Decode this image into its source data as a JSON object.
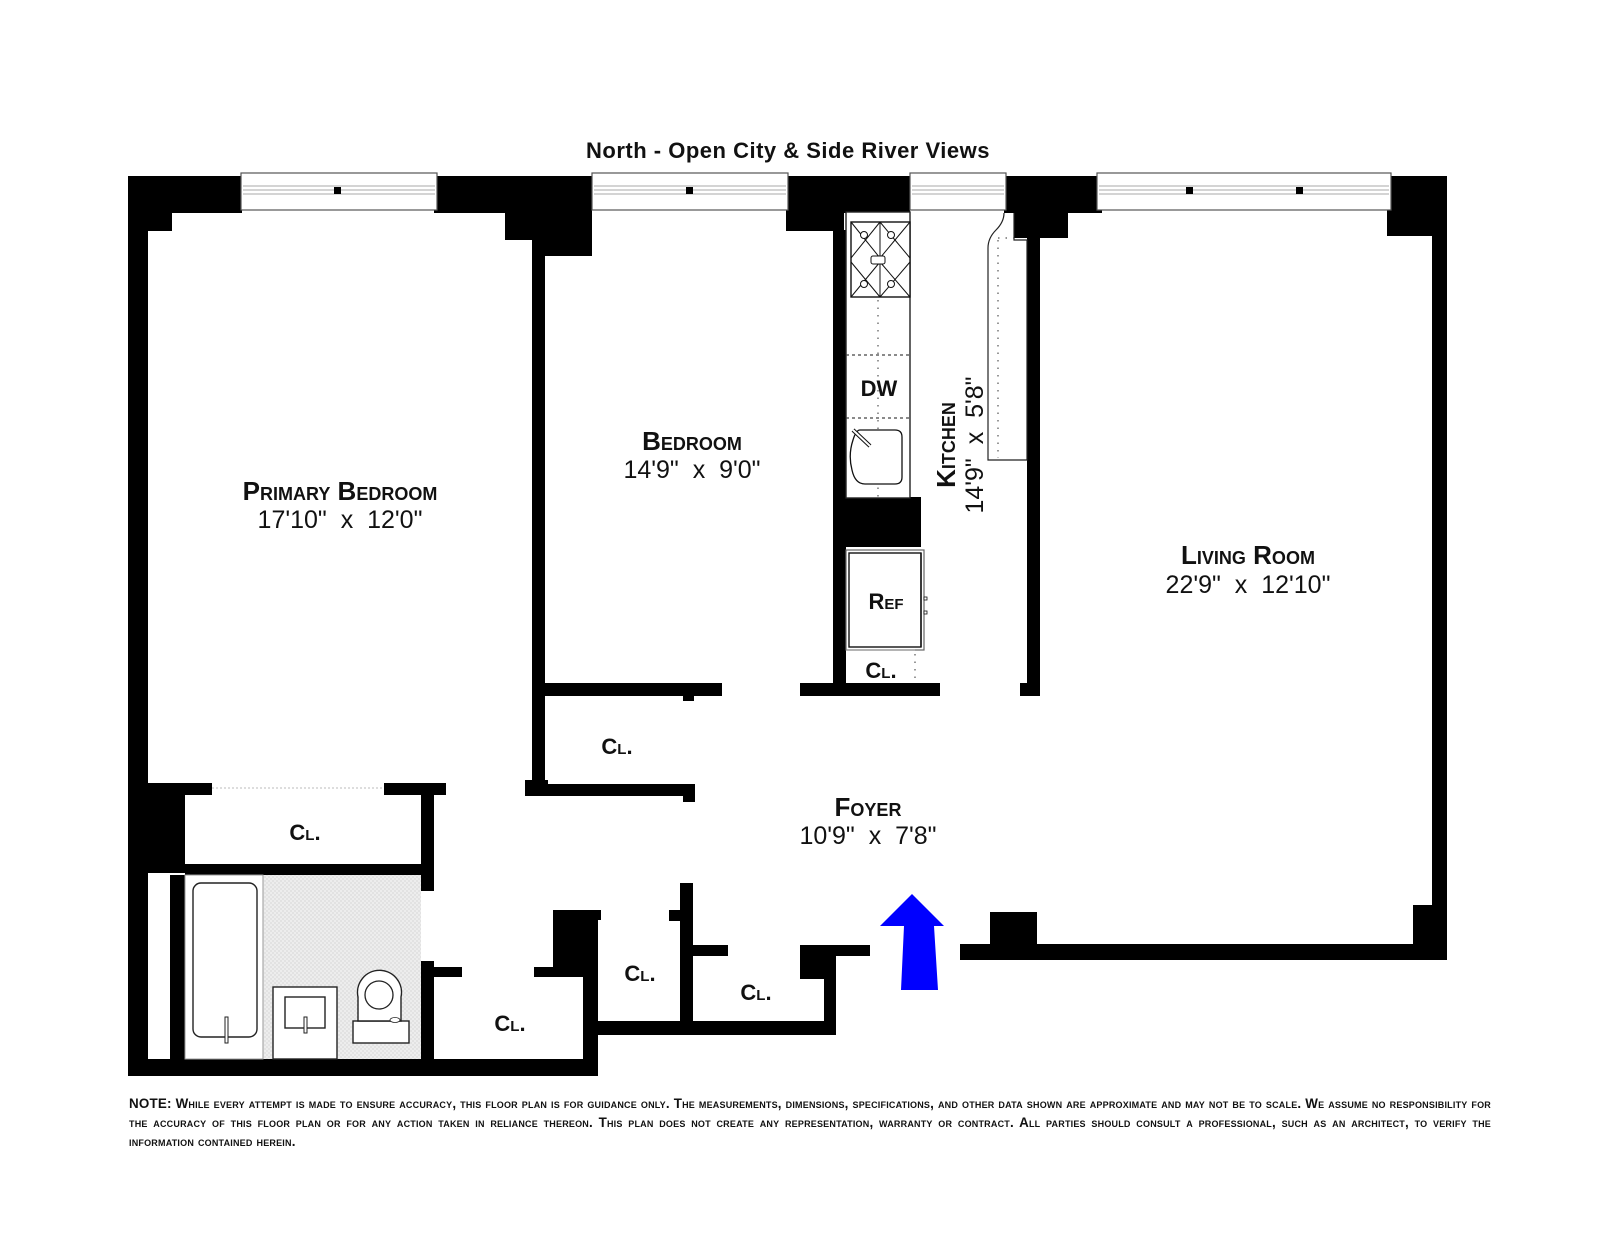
{
  "header": {
    "orientation_label": "North - Open City & Side River Views"
  },
  "rooms": {
    "primary_bedroom": {
      "name": "Primary Bedroom",
      "dimensions": "17'10\"  x  12'0\""
    },
    "bedroom": {
      "name": "Bedroom",
      "dimensions": "14'9\"  x  9'0\""
    },
    "kitchen": {
      "name": "Kitchen",
      "dimensions": "14'9\"  x  5'8\""
    },
    "living_room": {
      "name": "Living Room",
      "dimensions": "22'9\"  x  12'10\""
    },
    "foyer": {
      "name": "Foyer",
      "dimensions": "10'9\"  x  7'8\""
    }
  },
  "fixtures": {
    "dishwasher": "DW",
    "refrigerator": "Ref"
  },
  "closets": {
    "label": "Cl.",
    "primary_bedroom_closet": "Cl.",
    "bath_hall_closet": "Cl.",
    "bedroom_closet": "Cl.",
    "kitchen_closet": "Cl.",
    "foyer_closet_left": "Cl.",
    "foyer_closet_right": "Cl."
  },
  "entry_arrow": {
    "color": "#0000ff",
    "icon": "entry-arrow-icon"
  },
  "colors": {
    "walls": "#000000",
    "background": "#ffffff",
    "arrow": "#0000ff",
    "bath_floor": "#e6e6e6"
  },
  "footer": {
    "note": "NOTE: While every attempt is made to ensure accuracy, this floor plan is for guidance only. The measurements, dimensions, specifications, and other data shown are approximate and may not be to scale. We assume no responsibility for the accuracy of this floor plan or for any action taken in reliance thereon. This plan does not create any representation, warranty or contract. All parties should consult a professional, such as an architect, to verify the information contained herein."
  }
}
